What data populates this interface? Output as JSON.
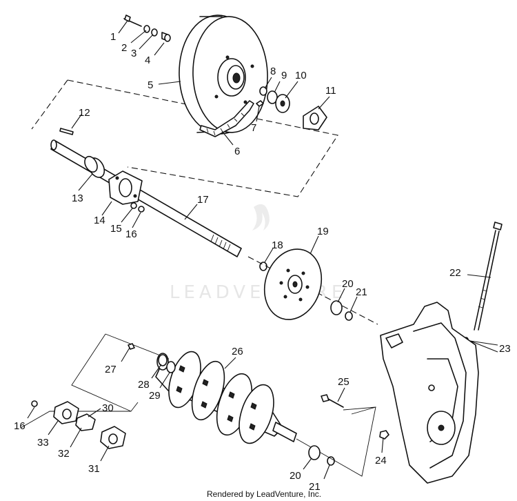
{
  "callouts": {
    "c1": "1",
    "c2": "2",
    "c3": "3",
    "c4": "4",
    "c5": "5",
    "c6": "6",
    "c7": "7",
    "c8": "8",
    "c9": "9",
    "c10": "10",
    "c11": "11",
    "c12": "12",
    "c13": "13",
    "c14": "14",
    "c15": "15",
    "c16a": "16",
    "c16b": "16",
    "c17": "17",
    "c18": "18",
    "c19": "19",
    "c20a": "20",
    "c20b": "20",
    "c21a": "21",
    "c21b": "21",
    "c22": "22",
    "c23": "23",
    "c24": "24",
    "c25": "25",
    "c26": "26",
    "c27": "27",
    "c28": "28",
    "c29": "29",
    "c30": "30",
    "c31": "31",
    "c32": "32",
    "c33": "33"
  },
  "watermark": "LEADVENTURE",
  "footer": "Rendered by LeadVenture, Inc."
}
